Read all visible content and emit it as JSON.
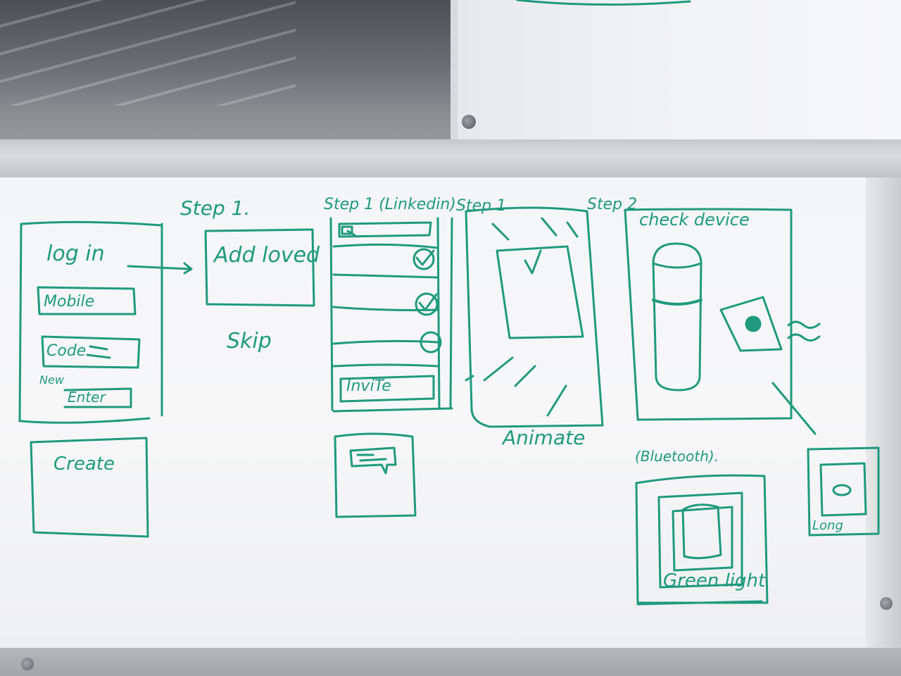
{
  "colors": {
    "marker": "#1f9a7e",
    "marker_dark": "#157a63",
    "board": "#f5f6f7"
  },
  "labels": {
    "step_1": "Step 1.",
    "step_linkedin": "Step 1 (Linkedin)",
    "step_1b": "Step 1",
    "step_2": "Step 2",
    "log_in": "log in",
    "mobile": "Mobile",
    "code": "Code",
    "new": "New",
    "enter": "Enter",
    "create": "Create",
    "add_loved": "Add loved",
    "skip": "Skip",
    "invite": "InviTe",
    "animate": "Animate",
    "check_device": "check device",
    "bluetooth": "(Bluetooth).",
    "green_light": "Green light",
    "long": "Long"
  }
}
